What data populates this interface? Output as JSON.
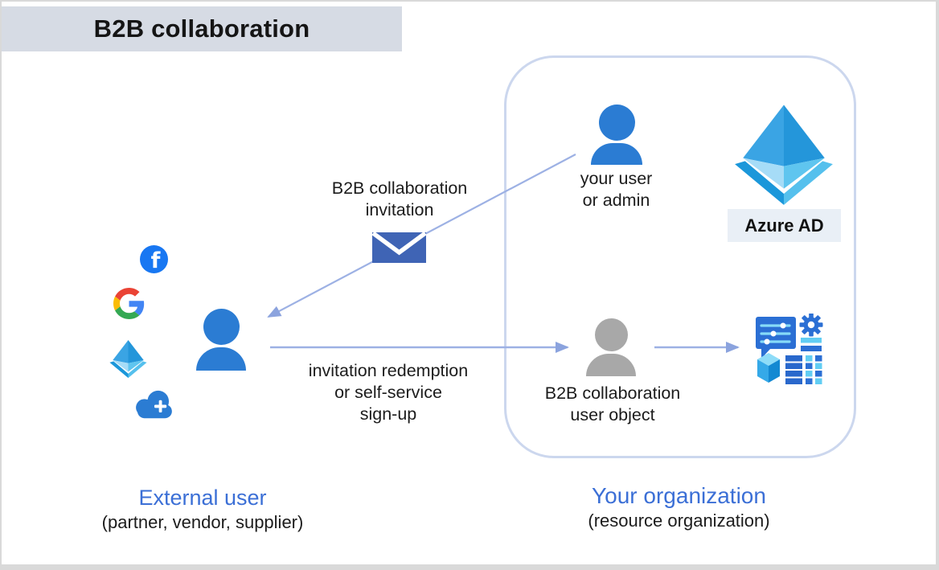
{
  "page_title": "B2B collaboration",
  "colors": {
    "header-bg": "#d6dbe4",
    "person-blue": "#2b7cd3",
    "person-gray": "#a8a8a8",
    "envelope-blue": "#3f64b5",
    "arrow-line": "#9db1e4",
    "arrow-head": "#8ba3de",
    "org-border": "#ccd7ee",
    "label-blue": "#3b6fd6",
    "azure-label-bg": "#e9eff6",
    "text-dark": "#1c1c1c"
  },
  "external_user": {
    "title": "External user",
    "subtitle": "(partner, vendor, supplier)",
    "identity_icons": [
      "facebook-icon",
      "google-icon",
      "azure-ad-icon",
      "cloud-add-account-icon"
    ],
    "facebook_glyph": "f"
  },
  "your_organization": {
    "title": "Your organization",
    "subtitle": "(resource organization)",
    "user_or_admin": {
      "line1": "your user",
      "line2": "or admin"
    },
    "azure_ad_label": "Azure AD",
    "user_object": {
      "line1": "B2B collaboration",
      "line2": "user object"
    },
    "resource_icons": [
      "conversation-settings-icon",
      "gear-icon",
      "cube-icon",
      "table-icon"
    ]
  },
  "flows": {
    "invitation": {
      "line1": "B2B collaboration",
      "line2": "invitation"
    },
    "redemption": {
      "line1": "invitation redemption",
      "line2": "or self-service",
      "line3": "sign-up"
    }
  }
}
